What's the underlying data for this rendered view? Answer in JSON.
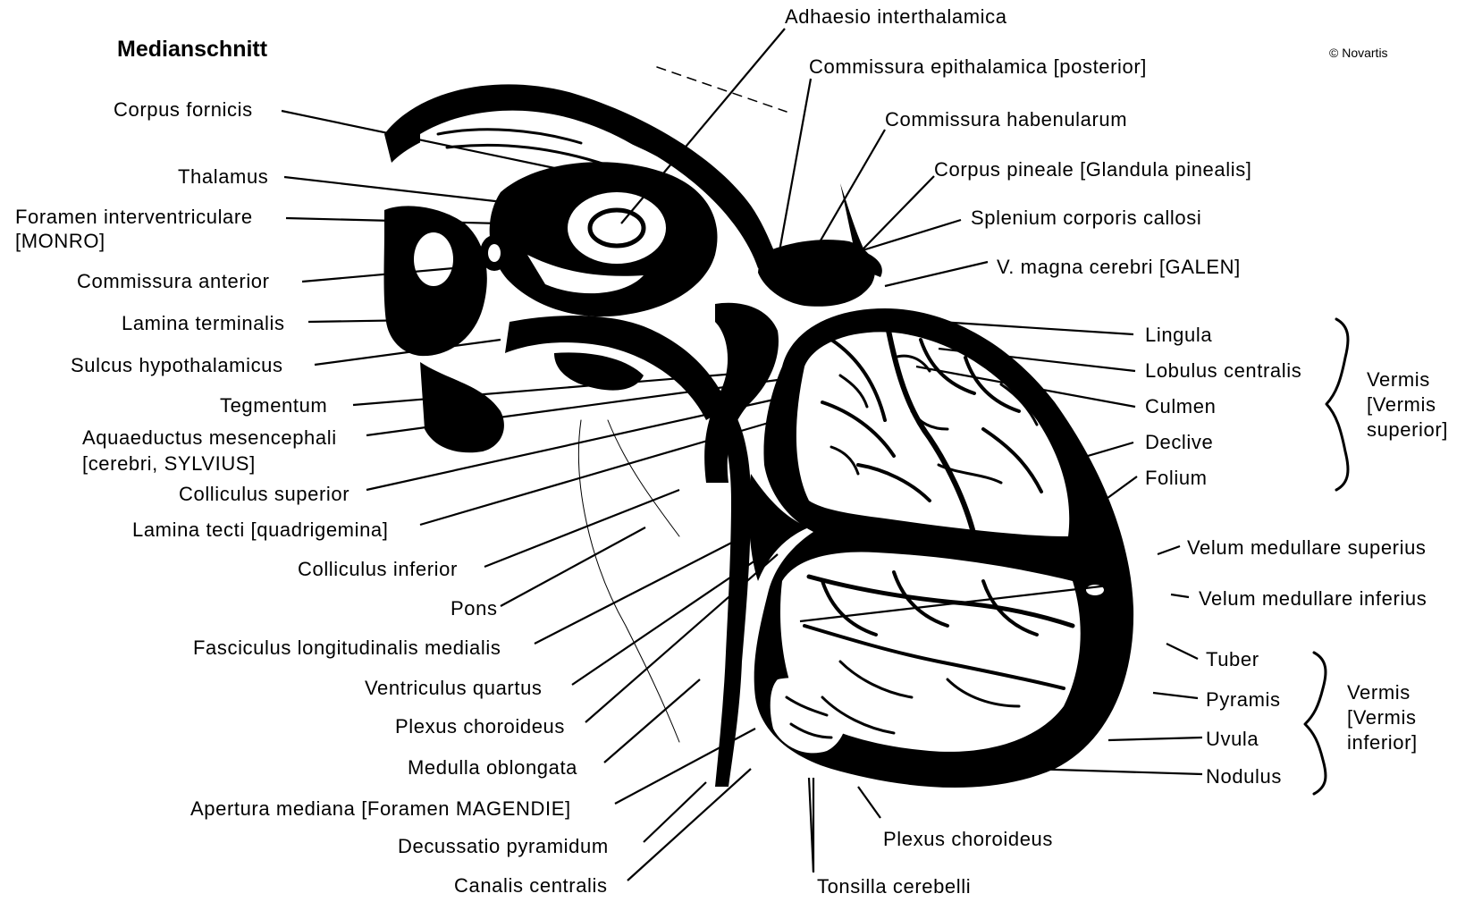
{
  "title": "Medianschnitt",
  "copyright": "© Novartis",
  "labels": {
    "adhaesio": "Adhaesio interthalamica",
    "commissura_epithalamica": "Commissura epithalamica [posterior]",
    "commissura_habenularum": "Commissura habenularum",
    "corpus_pineale": "Corpus pineale [Glandula pinealis]",
    "splenium": "Splenium corporis callosi",
    "v_magna": "V. magna cerebri [GALEN]",
    "corpus_fornicis": "Corpus fornicis",
    "thalamus": "Thalamus",
    "foramen_1": "Foramen interventriculare",
    "foramen_2": "[MONRO]",
    "commissura_anterior": "Commissura anterior",
    "lamina_terminalis": "Lamina terminalis",
    "sulcus_hypothalamicus": "Sulcus hypothalamicus",
    "tegmentum": "Tegmentum",
    "aquaeductus_1": "Aquaeductus mesencephali",
    "aquaeductus_2": "[cerebri, SYLVIUS]",
    "colliculus_superior": "Colliculus superior",
    "lamina_tecti": "Lamina tecti [quadrigemina]",
    "colliculus_inferior": "Colliculus inferior",
    "pons": "Pons",
    "fasciculus": "Fasciculus longitudinalis medialis",
    "ventriculus_quartus": "Ventriculus quartus",
    "plexus_choroideus_left": "Plexus choroideus",
    "medulla": "Medulla oblongata",
    "apertura": "Apertura mediana [Foramen MAGENDIE]",
    "decussatio": "Decussatio pyramidum",
    "canalis": "Canalis centralis",
    "tonsilla": "Tonsilla cerebelli",
    "plexus_choroideus_bottom": "Plexus choroideus",
    "lingula": "Lingula",
    "lobulus_centralis": "Lobulus centralis",
    "culmen": "Culmen",
    "declive": "Declive",
    "folium": "Folium",
    "velum_superius": "Velum medullare superius",
    "velum_inferius": "Velum medullare inferius",
    "tuber": "Tuber",
    "pyramis": "Pyramis",
    "uvula": "Uvula",
    "nodulus": "Nodulus",
    "vermis_sup_1": "Vermis",
    "vermis_sup_2": "[Vermis",
    "vermis_sup_3": "superior]",
    "vermis_inf_1": "Vermis",
    "vermis_inf_2": "[Vermis",
    "vermis_inf_3": "inferior]"
  }
}
